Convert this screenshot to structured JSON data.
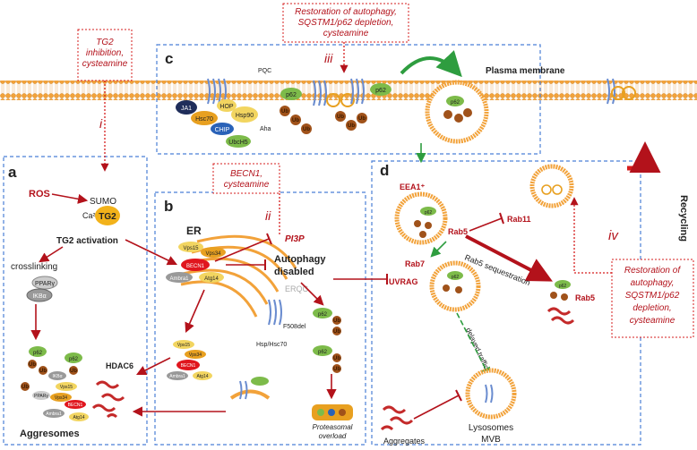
{
  "panels": {
    "a": "a",
    "b": "b",
    "c": "c",
    "d": "d"
  },
  "interventions": {
    "i": {
      "numeral": "i",
      "lines": [
        "TG2",
        "inhibition,",
        "cysteamine"
      ]
    },
    "ii": {
      "numeral": "ii",
      "lines": [
        "BECN1,",
        "cysteamine"
      ]
    },
    "iii": {
      "numeral": "iii",
      "lines": [
        "Restoration of autophagy,",
        "SQSTM1/p62 depletion,",
        "cysteamine"
      ]
    },
    "iv": {
      "numeral": "iv",
      "lines": [
        "Restoration of",
        "autophagy,",
        "SQSTM1/p62",
        "depletion,",
        "cysteamine"
      ]
    }
  },
  "panel_c": {
    "pqc": "PQC",
    "plasma_membrane": "Plasma membrane",
    "chaperones": {
      "ja1": "JA1",
      "hop": "HOP",
      "hsp90": "Hsp90",
      "hsc70": "Hsc70",
      "aha": "Aha",
      "chip": "CHIP",
      "ubch5": "UbcH5"
    },
    "p62": "p62",
    "ub": "Ub"
  },
  "panel_a": {
    "ros": "ROS",
    "sumo": "SUMO",
    "ca": "Ca²⁺",
    "tg2": "TG2",
    "tg2_activation": "TG2 activation",
    "crosslinking": "crosslinking",
    "ppar": "PPARγ",
    "ikb": "IKBα",
    "hdac6": "HDAC6",
    "aggresomes": "Aggresomes",
    "aggresome_items": {
      "p62": "p62",
      "ub": "Ub",
      "ikb": "IKBα",
      "ppar": "PPARγ",
      "vps15": "Vps15",
      "vps34": "Vps34",
      "becn1": "BECN1",
      "ambra1": "Ambra1",
      "atg14": "Atg14"
    }
  },
  "panel_b": {
    "er": "ER",
    "vps15": "Vps15",
    "vps34": "Vps34",
    "becn1": "BECN1",
    "ambra1": "Ambra1",
    "atg14": "Atg14",
    "pi3p": "PI3P",
    "autophagy_disabled": [
      "Autophagy",
      "disabled"
    ],
    "erqc": "ERQC",
    "f508del": "F508del",
    "hsp": "Hsp/Hsc70",
    "proteasomal_overload": [
      "Proteasomal",
      "overload"
    ],
    "p62": "p62",
    "ub": "Ub"
  },
  "panel_d": {
    "eea1": "EEA1⁺",
    "rab5": "Rab5",
    "rab11": "Rab11",
    "rab7": "Rab7",
    "uvrag": "UVRAG",
    "rab5_sequestration": "Rab5 sequestration",
    "delayed_traffic": "delayed traffic",
    "recycling": "Recycling",
    "aggregates": "Aggregates",
    "lysosomes": "Lysosomes",
    "mvb": "MVB",
    "p62": "p62",
    "ub": "Ub"
  },
  "colors": {
    "inhibit": "#b3121b",
    "membrane": "#f2a23a",
    "p62": "#7dbb4a",
    "ub": "#a0521a",
    "dashed_box": "#4a7fd6",
    "tg2": "#f2b21a",
    "becn1": "#e0161e",
    "green_arrow": "#2e9d3f"
  }
}
